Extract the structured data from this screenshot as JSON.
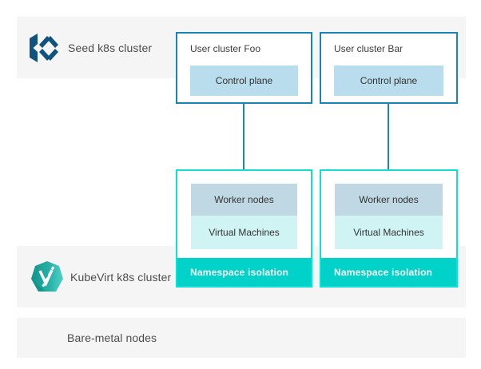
{
  "bands": {
    "seed": {
      "label": "Seed k8s cluster",
      "icon": "kubermatic-logo"
    },
    "kubevirt": {
      "label": "KubeVirt k8s cluster",
      "icon": "kubevirt-logo"
    },
    "bare_metal": {
      "label": "Bare-metal nodes"
    }
  },
  "user_clusters": [
    {
      "title": "User cluster Foo",
      "control_plane_label": "Control plane"
    },
    {
      "title": "User cluster Bar",
      "control_plane_label": "Control plane"
    }
  ],
  "kubevirt_clusters": [
    {
      "worker_label": "Worker nodes",
      "vm_label": "Virtual Machines",
      "namespace_label": "Namespace isolation"
    },
    {
      "worker_label": "Worker nodes",
      "vm_label": "Virtual Machines",
      "namespace_label": "Namespace isolation"
    }
  ],
  "colors": {
    "band_bg": "#f5f5f5",
    "band_text": "#4d4d4d",
    "user_cluster_border": "#1a84b5",
    "control_plane_bg": "#badded",
    "worker_nodes_bg": "#c0d8e3",
    "virtual_machines_bg": "#d0f3f4",
    "namespace_bg": "#00d2c9",
    "namespace_text": "#ffffff",
    "kubevirt_border": "#12ded4",
    "connector": "#1a84b5",
    "kubermatic_logo_blue": "#0f537e",
    "kubevirt_logo_dark": "#129e94",
    "kubevirt_logo_light": "#4fd1c7"
  }
}
